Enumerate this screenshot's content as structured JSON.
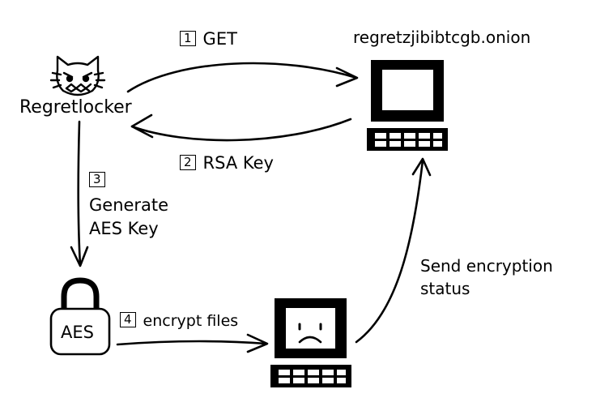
{
  "nodes": {
    "attacker": {
      "label": "Regretlocker",
      "icon": "angry-cat-icon"
    },
    "server": {
      "label": "regretzjibibtcgb.onion",
      "icon": "server-computer-icon"
    },
    "lock": {
      "label": "AES",
      "icon": "padlock-icon"
    },
    "victim": {
      "icon": "sad-computer-icon"
    }
  },
  "edges": {
    "get": {
      "step": "1",
      "label": "GET"
    },
    "rsa": {
      "step": "2",
      "label": "RSA Key"
    },
    "generate": {
      "step": "3",
      "line1": "Generate",
      "line2": "AES Key"
    },
    "encrypt": {
      "step": "4",
      "label": "encrypt files"
    },
    "status": {
      "line1": "Send encryption",
      "line2": "status"
    }
  },
  "colors": {
    "ink": "#000000",
    "paper": "#ffffff"
  }
}
